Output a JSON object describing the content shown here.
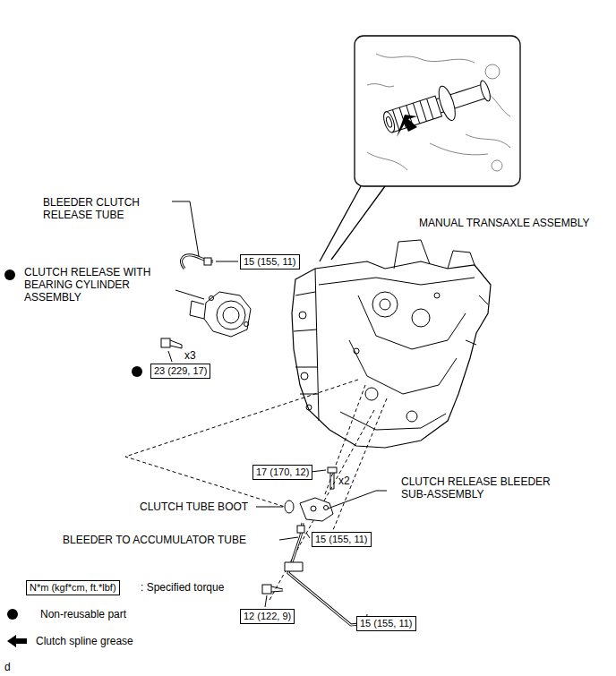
{
  "diagram": {
    "nodes": [
      {
        "text": [
          "15 (155, 11)"
        ]
      },
      {
        "text": [
          "23 (229, 17)"
        ]
      },
      {
        "text": [
          "17 (170, 12)"
        ]
      },
      {
        "text": [
          "15 (155, 11)"
        ]
      },
      {
        "text": [
          "N*m (kgf*cm, ft.*lbf)"
        ]
      },
      {
        "text": [
          "12 (122, 9)"
        ]
      },
      {
        "text": [
          "15 (155, 11)"
        ]
      }
    ],
    "labels": [
      "BLEEDER CLUTCH RELEASE TUBE",
      "CLUTCH RELEASE WITH BEARING CYLINDER ASSEMBLY",
      "x3",
      "MANUAL TRANSAXLE ASSEMBLY",
      "x2",
      "CLUTCH RELEASE BLEEDER SUB-ASSEMBLY",
      "CLUTCH TUBE BOOT",
      "BLEEDER TO ACCUMULATOR TUBE",
      "d"
    ],
    "legend": [
      {
        "text": ": Specified torque"
      },
      {
        "text": "Non-reusable part"
      },
      {
        "text": "Clutch spline grease"
      }
    ]
  }
}
